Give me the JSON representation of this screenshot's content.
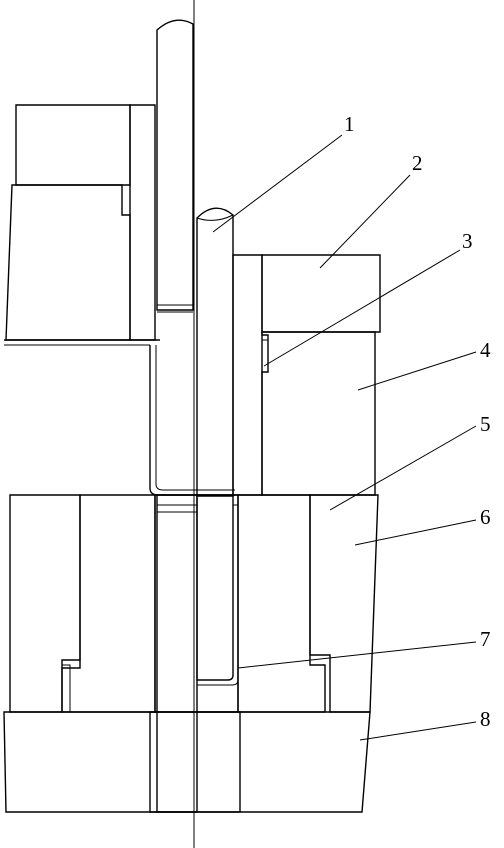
{
  "diagram": {
    "labels": [
      {
        "id": "1",
        "text": "1"
      },
      {
        "id": "2",
        "text": "2"
      },
      {
        "id": "3",
        "text": "3"
      },
      {
        "id": "4",
        "text": "4"
      },
      {
        "id": "5",
        "text": "5"
      },
      {
        "id": "6",
        "text": "6"
      },
      {
        "id": "7",
        "text": "7"
      },
      {
        "id": "8",
        "text": "8"
      }
    ]
  }
}
